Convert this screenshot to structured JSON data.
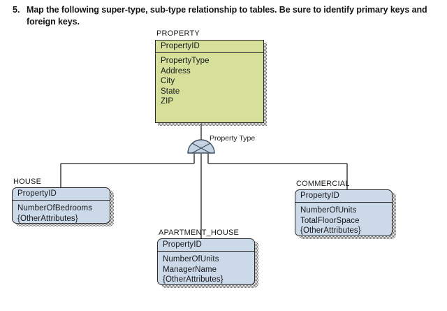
{
  "question": {
    "number": "5.",
    "text": "Map the following super-type, sub-type relationship to tables.  Be sure to identify primary keys and foreign keys."
  },
  "diagram": {
    "type": "supertype-subtype-erd",
    "discriminator_label": "Property Type",
    "colors": {
      "supertype_fill": "#d6e09a",
      "subtype_fill": "#ccd9e8",
      "border": "#2b2b2b",
      "discriminator_fill": "#c3d3e3",
      "shadow": "#6e6e6e",
      "text": "#15181c",
      "page_background": "#ffffff"
    },
    "supertype": {
      "name": "PROPERTY",
      "primary_key": "PropertyID",
      "attributes": [
        "PropertyType",
        "Address",
        "City",
        "State",
        "ZIP"
      ]
    },
    "subtypes": [
      {
        "name": "HOUSE",
        "primary_key": "PropertyID",
        "attributes": [
          "NumberOfBedrooms",
          "{OtherAttributes}"
        ]
      },
      {
        "name": "APARTMENT_HOUSE",
        "primary_key": "PropertyID",
        "attributes": [
          "NumberOfUnits",
          "ManagerName",
          "{OtherAttributes}"
        ]
      },
      {
        "name": "COMMERCIAL",
        "primary_key": "PropertyID",
        "attributes": [
          "NumberOfUnits",
          "TotalFloorSpace",
          "{OtherAttributes}"
        ]
      }
    ]
  }
}
